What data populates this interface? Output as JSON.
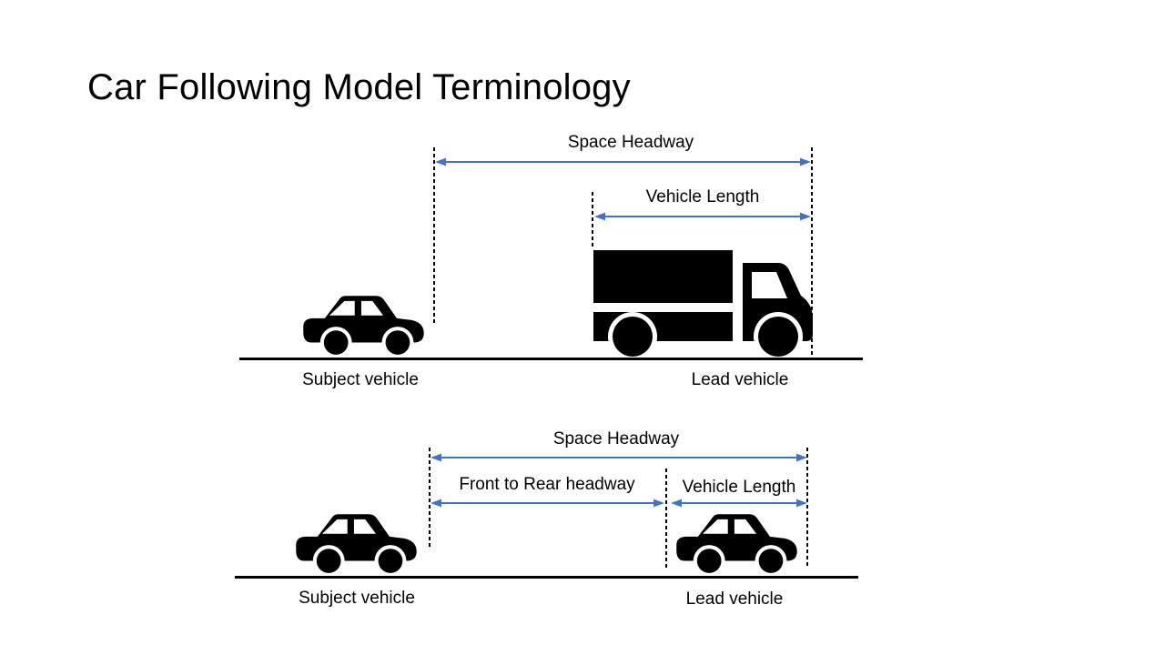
{
  "title": "Car Following Model Terminology",
  "colors": {
    "arrow_blue": "#4472C4",
    "ink": "#000000",
    "background": "#FFFFFF"
  },
  "top_diagram": {
    "space_headway": "Space Headway",
    "vehicle_length": "Vehicle Length",
    "subject_vehicle": "Subject vehicle",
    "lead_vehicle": "Lead vehicle",
    "subject_icon": "car-icon",
    "lead_icon": "truck-icon"
  },
  "bottom_diagram": {
    "space_headway": "Space Headway",
    "front_to_rear_headway": "Front to Rear headway",
    "vehicle_length": "Vehicle Length",
    "subject_vehicle": "Subject vehicle",
    "lead_vehicle": "Lead vehicle",
    "subject_icon": "car-icon",
    "lead_icon": "car-icon"
  }
}
